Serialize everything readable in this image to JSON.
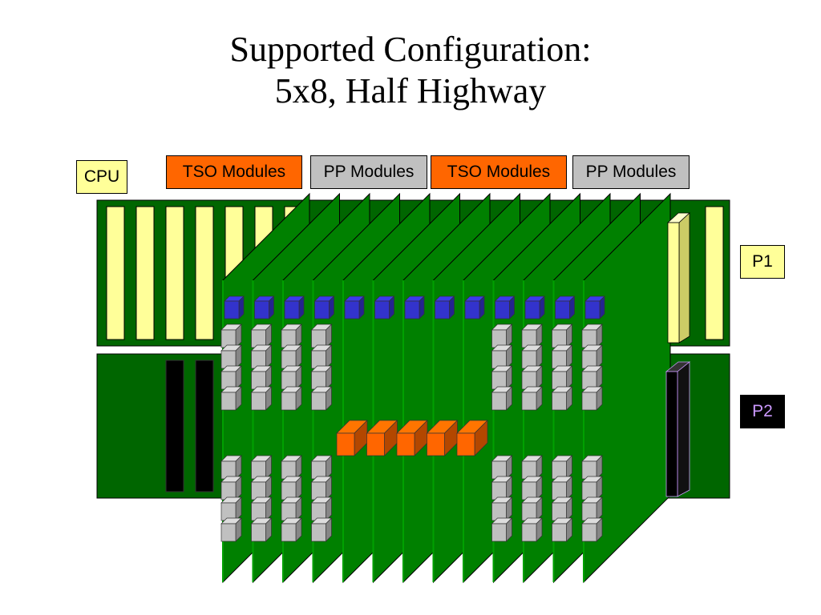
{
  "slide": {
    "title_line1": "Supported Configuration:",
    "title_line2": "5x8, Half Highway"
  },
  "labels": {
    "cpu": "CPU",
    "tso_modules_1": "TSO Modules",
    "pp_modules_1": "PP Modules",
    "tso_modules_2": "TSO Modules",
    "pp_modules_2": "PP Modules",
    "p1": "P1",
    "p2": "P2"
  },
  "colors": {
    "backplane_green": "#006600",
    "board_green": "#008000",
    "slot_yellow": "#ffff99",
    "tso_orange": "#ff6600",
    "pp_gray": "#c0c0c0",
    "connector_blue": "#3333cc",
    "chip_gray": "#c0c0c0",
    "p2_text": "#cc99ff"
  },
  "boards": {
    "count": 13,
    "chip_column_boards": [
      0,
      1,
      2,
      3,
      9,
      10,
      11,
      12
    ],
    "tso_chip_boards": [
      4,
      5,
      6,
      7,
      8
    ]
  }
}
